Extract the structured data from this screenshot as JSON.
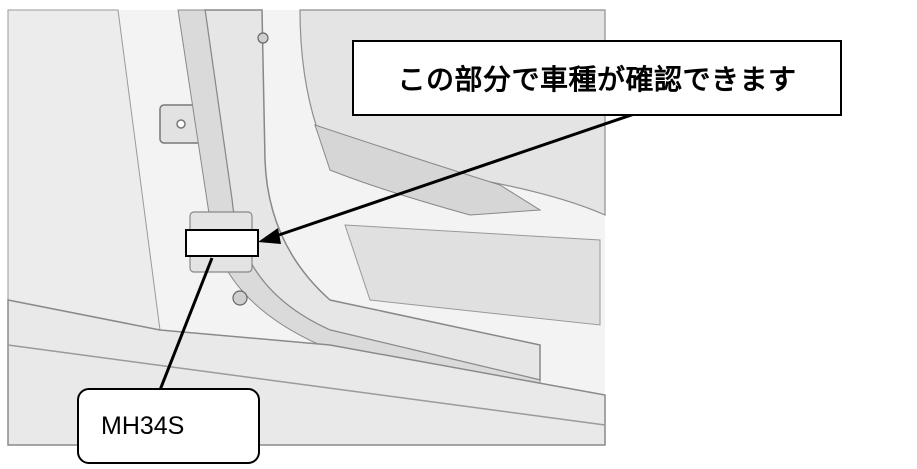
{
  "callouts": {
    "vehicle_type_note": "この部分で車種が確認できます",
    "model_code": "MH34S"
  },
  "illustration": {
    "subject": "car-door-pillar-rendering",
    "colors": {
      "body": "#efefef",
      "shade": "#d4d4d4",
      "outline": "#8a8a8a",
      "label_plate": "#ffffff"
    }
  }
}
